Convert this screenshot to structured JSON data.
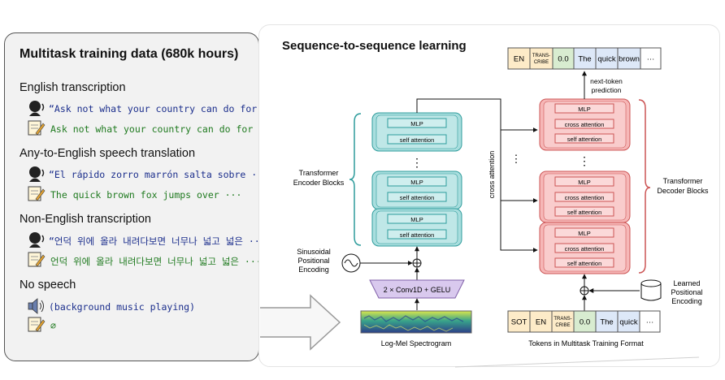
{
  "left_panel": {
    "title": "Multitask training data (680k hours)",
    "sections": [
      {
        "heading": "English transcription",
        "audio": "“Ask not what your country can do for ···”",
        "text": "Ask not what your country can do for ···"
      },
      {
        "heading": "Any-to-English speech translation",
        "audio": "“El rápido zorro marrón salta sobre ···”",
        "text": "The quick brown fox jumps over ···"
      },
      {
        "heading": "Non-English transcription",
        "audio": "“언덕 위에 올라 내려다보면 너무나 넓고 넓은 ···”",
        "text": "언덕 위에 올라 내려다보면 너무나 넓고 넓은 ···"
      },
      {
        "heading": "No speech",
        "audio": "(background music playing)",
        "text": "∅"
      }
    ]
  },
  "diagram": {
    "title": "Sequence-to-sequence learning",
    "encoder": {
      "label_line1": "Transformer",
      "label_line2": "Encoder Blocks",
      "mlp": "MLP",
      "self_attention": "self attention",
      "ellipsis": "⋮"
    },
    "decoder": {
      "label_line1": "Transformer",
      "label_line2": "Decoder Blocks",
      "mlp": "MLP",
      "cross_attention": "cross attention",
      "self_attention": "self attention",
      "ellipsis": "⋮"
    },
    "cross_attention_label": "cross attention",
    "cross_dots": "⋮",
    "conv": "2 × Conv1D + GELU",
    "sinusoidal": [
      "Sinusoidal",
      "Positional",
      "Encoding"
    ],
    "learned": [
      "Learned",
      "Positional",
      "Encoding"
    ],
    "next_token": [
      "next-token",
      "prediction"
    ],
    "spectrogram_label": "Log-Mel Spectrogram",
    "tokens_label": "Tokens in Multitask Training Format",
    "output_tokens": [
      {
        "text": "EN",
        "color": "#fdebc8"
      },
      {
        "text": "TRANS-\nCRIBE",
        "color": "#fdebc8"
      },
      {
        "text": "0.0",
        "color": "#d8ecd0"
      },
      {
        "text": "The",
        "color": "#dde8f8"
      },
      {
        "text": "quick",
        "color": "#dde8f8"
      },
      {
        "text": "brown",
        "color": "#dde8f8"
      },
      {
        "text": "···",
        "color": "#ffffff"
      }
    ],
    "input_tokens": [
      {
        "text": "SOT",
        "color": "#fdebc8"
      },
      {
        "text": "EN",
        "color": "#fdebc8"
      },
      {
        "text": "TRANS-\nCRIBE",
        "color": "#fdebc8"
      },
      {
        "text": "0.0",
        "color": "#d8ecd0"
      },
      {
        "text": "The",
        "color": "#dde8f8"
      },
      {
        "text": "quick",
        "color": "#dde8f8"
      },
      {
        "text": "···",
        "color": "#ffffff"
      }
    ],
    "colors": {
      "encoder_fill": "#a9dede",
      "encoder_stroke": "#2e9c9c",
      "decoder_fill": "#f6b7b7",
      "decoder_stroke": "#cc5555",
      "conv_fill": "#d9c9ee"
    }
  }
}
